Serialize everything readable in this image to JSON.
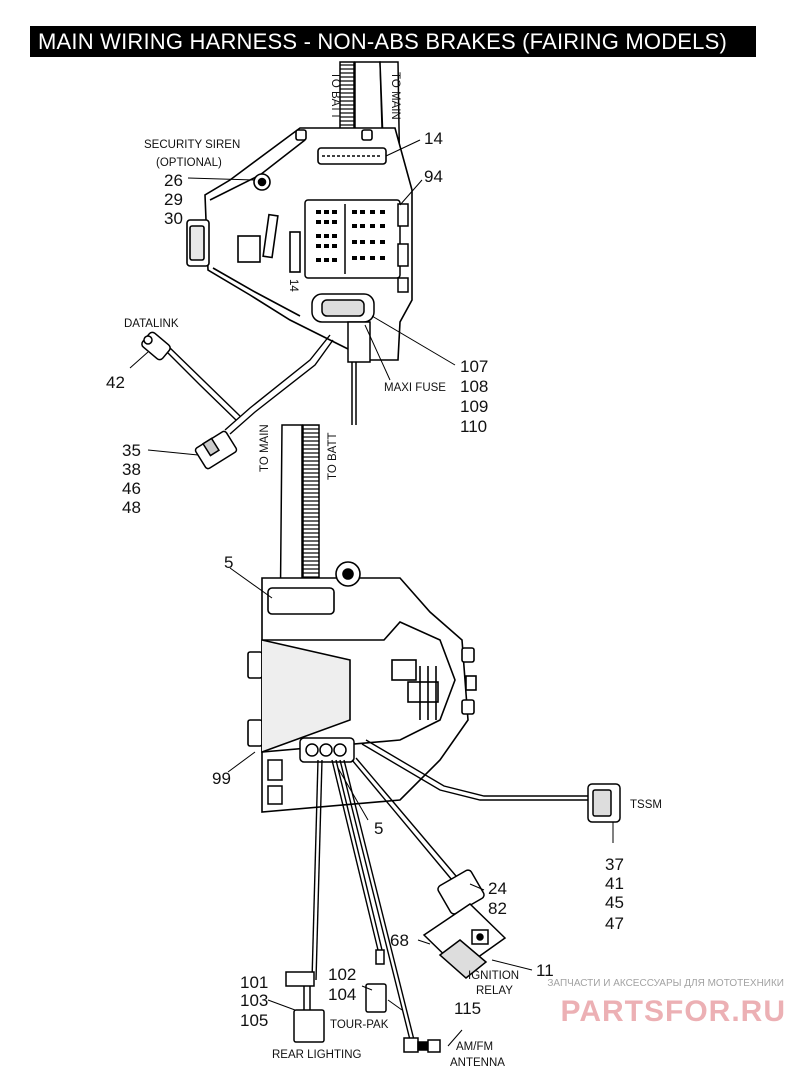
{
  "title": "MAIN WIRING HARNESS - NON-ABS BRAKES (FAIRING MODELS)",
  "labels": {
    "to_batt_top": "TO BATT",
    "to_main_top": "TO MAIN",
    "security_siren": "SECURITY SIREN",
    "optional": "(OPTIONAL)",
    "datalink": "DATALINK",
    "maxi_fuse": "MAXI FUSE",
    "to_main_mid": "TO MAIN",
    "to_batt_mid": "TO BATT",
    "tssm": "TSSM",
    "ignition": "IGNITION",
    "relay": "RELAY",
    "tour_pak": "TOUR-PAK",
    "rear_lighting": "REAR LIGHTING",
    "am_fm": "AM/FM",
    "antenna": "ANTENNA",
    "fuse_block_digit": "14"
  },
  "callouts": {
    "n14": "14",
    "n94": "94",
    "n26": "26",
    "n29": "29",
    "n30": "30",
    "n42": "42",
    "n107": "107",
    "n108": "108",
    "n109": "109",
    "n110": "110",
    "n35": "35",
    "n38": "38",
    "n46": "46",
    "n48": "48",
    "n5a": "5",
    "n5b": "5",
    "n99": "99",
    "n37": "37",
    "n41": "41",
    "n45": "45",
    "n47": "47",
    "n24": "24",
    "n82": "82",
    "n68": "68",
    "n11": "11",
    "n101": "101",
    "n103": "103",
    "n105": "105",
    "n102": "102",
    "n104": "104",
    "n115": "115"
  },
  "watermark": {
    "brand": "PARTSFOR.RU",
    "tagline": "ЗАПЧАСТИ И АКСЕССУАРЫ ДЛЯ МОТОТЕХНИКИ"
  }
}
